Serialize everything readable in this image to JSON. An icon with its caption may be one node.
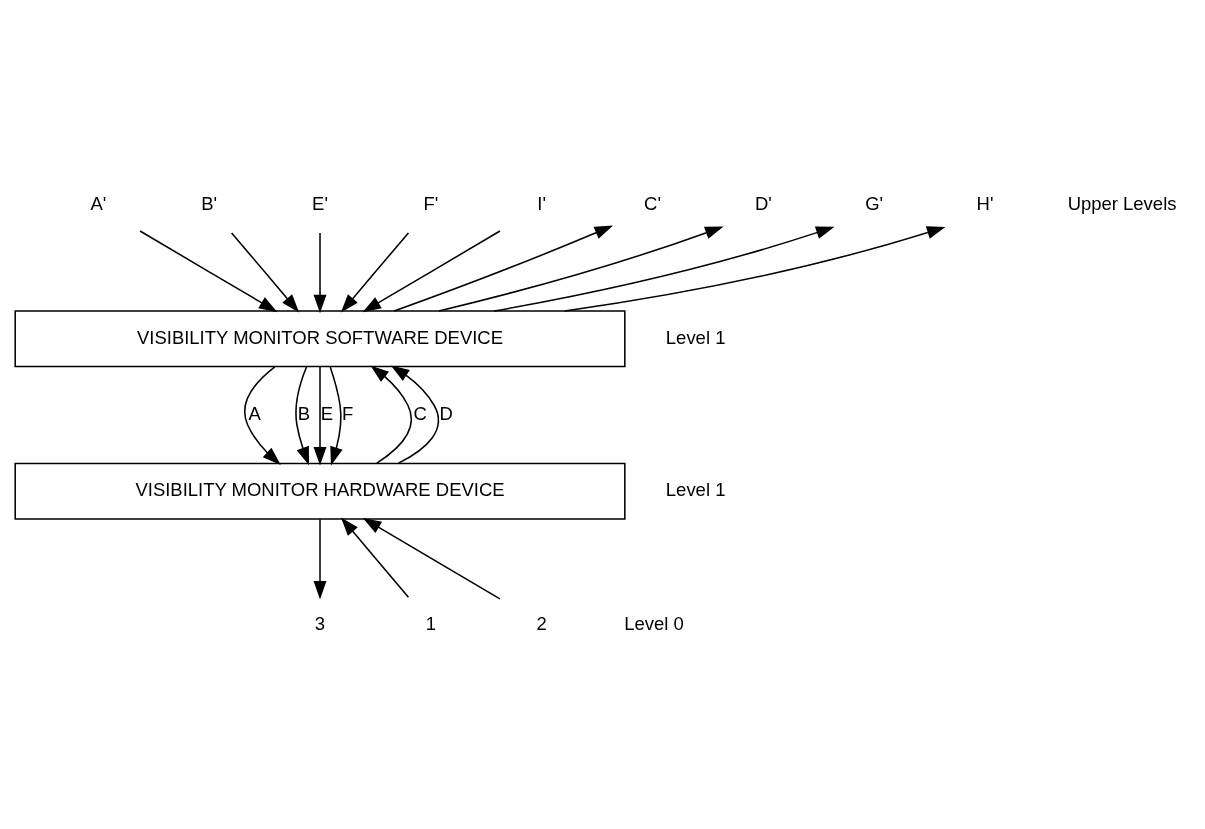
{
  "diagram": {
    "nodes": [
      {
        "text": [
          "A'"
        ]
      },
      {
        "text": [
          "B'"
        ]
      },
      {
        "text": [
          "C'"
        ]
      },
      {
        "text": [
          "D'"
        ]
      },
      {
        "text": [
          "E'"
        ]
      },
      {
        "text": [
          "F'"
        ]
      },
      {
        "text": [
          "G'"
        ]
      },
      {
        "text": [
          "H'"
        ]
      },
      {
        "text": [
          "I'"
        ]
      },
      {
        "text": [
          "VISIBILITY MONITOR SOFTWARE DEVICE"
        ]
      },
      {
        "text": [
          "VISIBILITY MONITOR HARDWARE DEVICE"
        ]
      },
      {
        "text": [
          "1"
        ]
      },
      {
        "text": [
          "2"
        ]
      },
      {
        "text": [
          "3"
        ]
      }
    ],
    "edges": [
      {
        "from": 0,
        "to": 9,
        "arrow": "to"
      },
      {
        "from": 1,
        "to": 9,
        "arrow": "to"
      },
      {
        "from": 9,
        "to": 2,
        "arrow": "to"
      },
      {
        "from": 9,
        "to": 3,
        "arrow": "to"
      },
      {
        "from": 4,
        "to": 9,
        "arrow": "to"
      },
      {
        "from": 5,
        "to": 9,
        "arrow": "to"
      },
      {
        "from": 9,
        "to": 6,
        "arrow": "to"
      },
      {
        "from": 9,
        "to": 7,
        "arrow": "to"
      },
      {
        "from": 8,
        "to": 9,
        "arrow": "to"
      },
      {
        "from": 9,
        "to": 10,
        "arrow": "to",
        "label": "A"
      },
      {
        "from": 9,
        "to": 10,
        "arrow": "to",
        "label": "B"
      },
      {
        "from": 10,
        "to": 9,
        "arrow": "to",
        "label": "C"
      },
      {
        "from": 10,
        "to": 9,
        "arrow": "to",
        "label": "D"
      },
      {
        "from": 9,
        "to": 10,
        "arrow": "to",
        "label": "E"
      },
      {
        "from": 9,
        "to": 10,
        "arrow": "to",
        "label": "F"
      },
      {
        "from": 11,
        "to": 10,
        "arrow": "to"
      },
      {
        "from": 12,
        "to": 10,
        "arrow": "to"
      },
      {
        "from": 10,
        "to": 13,
        "arrow": "to"
      }
    ],
    "labels": [
      "Upper Levels",
      "Level 1",
      "Level 1",
      "Level 0"
    ]
  }
}
